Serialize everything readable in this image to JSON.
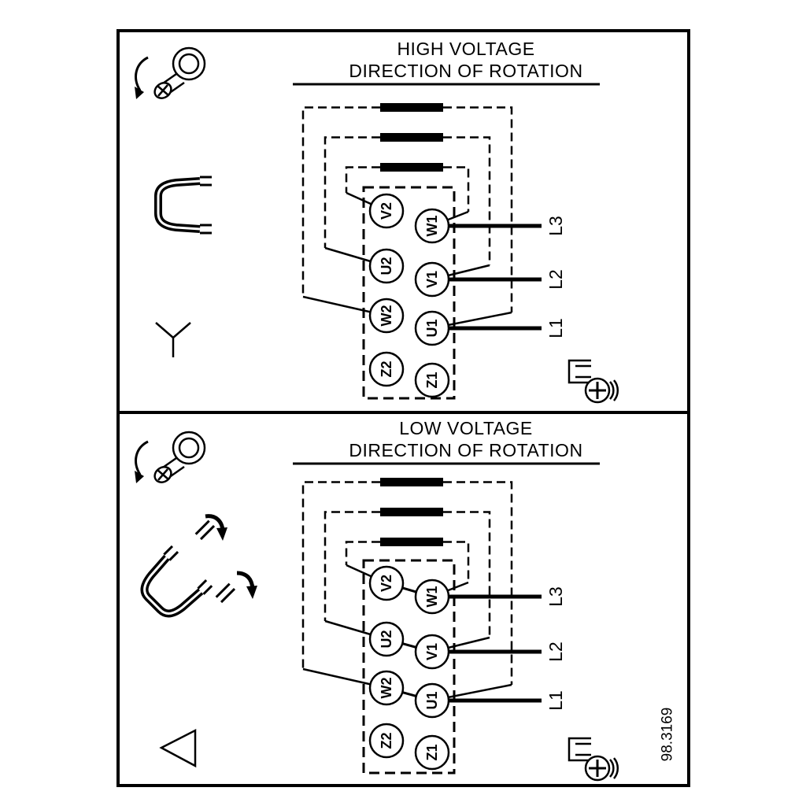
{
  "figure": {
    "drawing_number": "98.3169"
  },
  "panels": [
    {
      "id": "high-voltage",
      "title": "HIGH VOLTAGE",
      "subtitle": "DIRECTION OF ROTATION",
      "connection": "star",
      "terminals": {
        "left": [
          "V2",
          "U2",
          "W2",
          "Z2"
        ],
        "right": [
          "W1",
          "V1",
          "U1",
          "Z1"
        ]
      },
      "supply_lines": [
        "L3",
        "L2",
        "L1"
      ]
    },
    {
      "id": "low-voltage",
      "title": "LOW VOLTAGE",
      "subtitle": "DIRECTION OF ROTATION",
      "connection": "delta",
      "terminals": {
        "left": [
          "V2",
          "U2",
          "W2",
          "Z2"
        ],
        "right": [
          "W1",
          "V1",
          "U1",
          "Z1"
        ]
      },
      "supply_lines": [
        "L3",
        "L2",
        "L1"
      ]
    }
  ],
  "colors": {
    "ink": "#000000",
    "paper": "#ffffff"
  }
}
